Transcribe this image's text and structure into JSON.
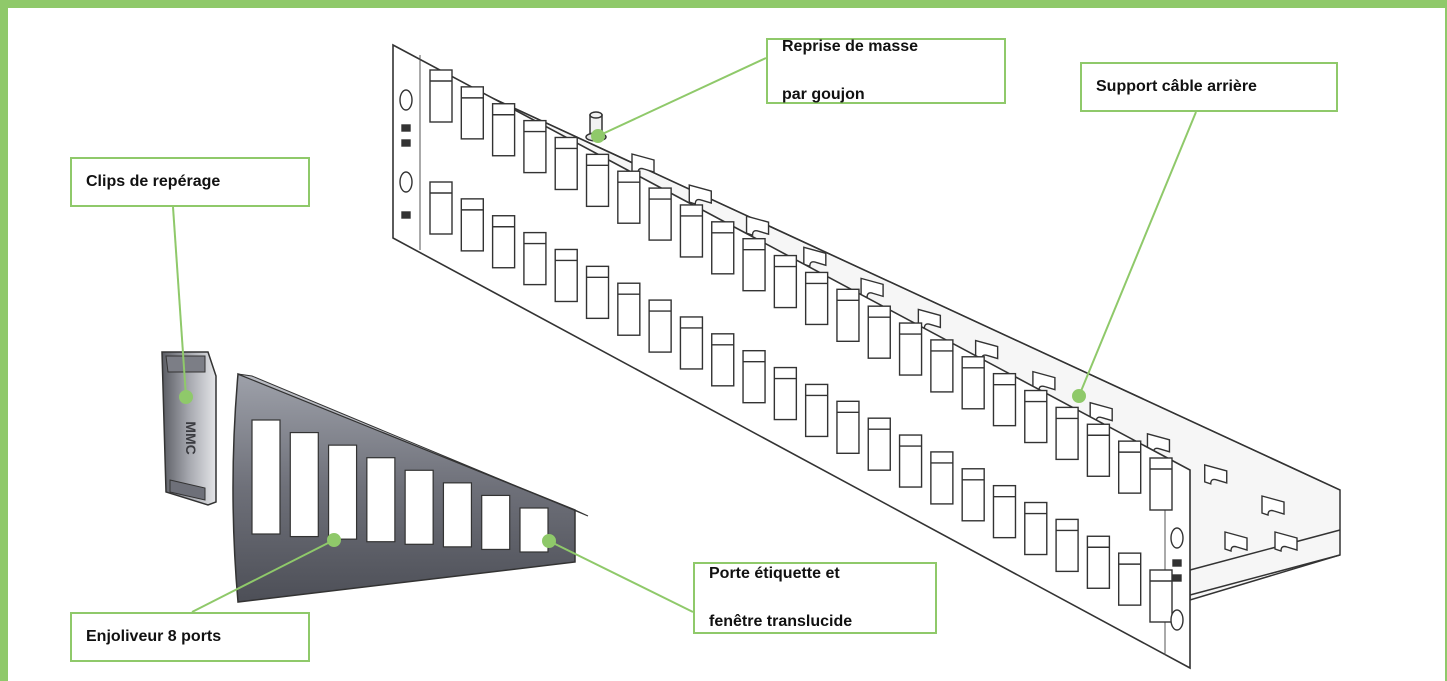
{
  "callouts": {
    "reprise": {
      "line1": "Reprise de masse",
      "line2": "par goujon"
    },
    "support": "Support câble arrière",
    "clips": "Clips de repérage",
    "porte": {
      "line1": "Porte étiquette et",
      "line2": "fenêtre translucide"
    },
    "enjoliveur": "Enjoliveur 8 ports"
  },
  "colors": {
    "accent": "#8fc96a",
    "line": "#333333",
    "faceplate": "#6e7079"
  },
  "clip_marking": "MMC"
}
